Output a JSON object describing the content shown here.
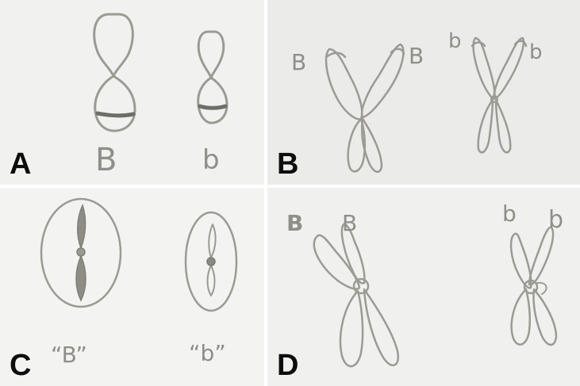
{
  "panels": [
    {
      "id": "A",
      "label": "A",
      "chromosome_labels": [
        "B",
        "b"
      ]
    },
    {
      "id": "B",
      "label": "B",
      "chromosome_labels": [
        "B",
        "B",
        "b",
        "b"
      ]
    },
    {
      "id": "C",
      "label": "C",
      "cell_labels": [
        "“B”",
        "“b”"
      ]
    },
    {
      "id": "D",
      "label": "D",
      "chromosome_labels": [
        "B",
        "B",
        "b",
        "b"
      ]
    }
  ],
  "colors": {
    "pencil": "#9b9b93",
    "panel_label": "#0d0d0d",
    "divider": "#ffffff"
  }
}
